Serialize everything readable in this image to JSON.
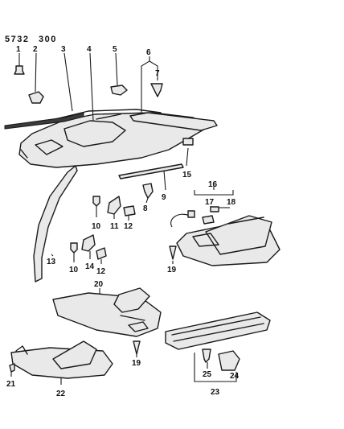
{
  "header": {
    "code_left": "5732",
    "code_right": "300"
  },
  "callouts": {
    "n1": "1",
    "n2": "2",
    "n3": "3",
    "n4": "4",
    "n5": "5",
    "n6": "6",
    "n7": "7",
    "n8": "8",
    "n9": "9",
    "n10a": "10",
    "n10b": "10",
    "n11": "11",
    "n12a": "12",
    "n12b": "12",
    "n13": "13",
    "n14": "14",
    "n15": "15",
    "n16": "16",
    "n17": "17",
    "n18": "18",
    "n19a": "19",
    "n19b": "19",
    "n20": "20",
    "n21": "21",
    "n22": "22",
    "n23": "23",
    "n24": "24",
    "n25": "25"
  },
  "colors": {
    "ink": "#1a1a1a",
    "panel": "#e9e9e9",
    "paper": "#ffffff"
  }
}
